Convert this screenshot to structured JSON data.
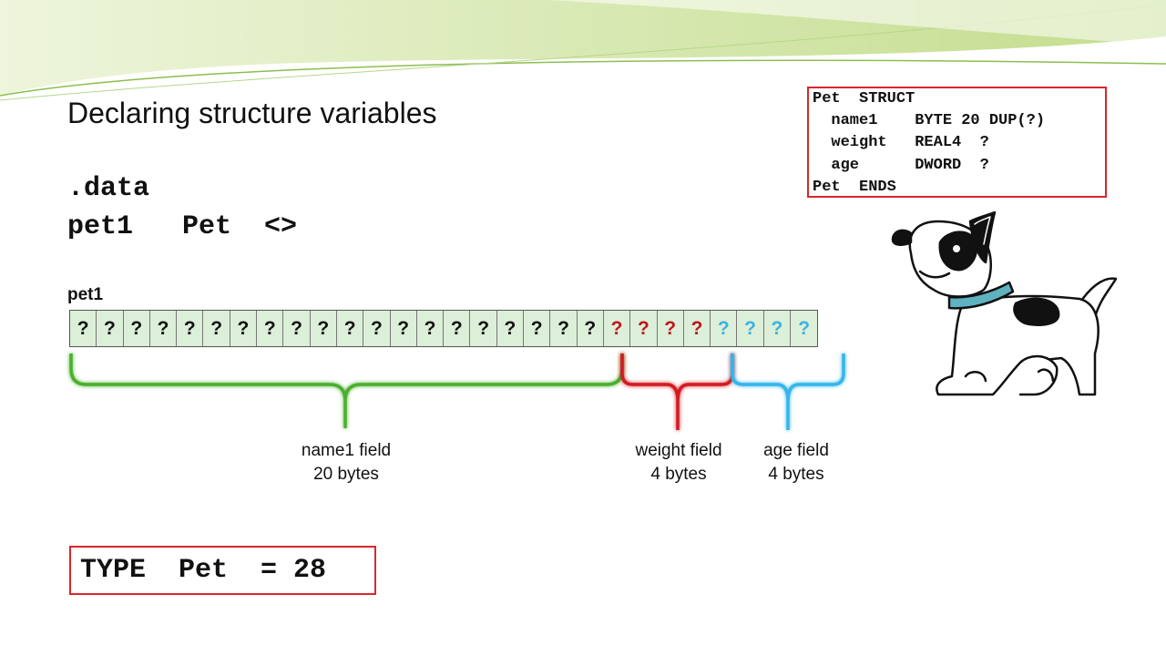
{
  "slide": {
    "title": "Declaring structure variables"
  },
  "code": {
    "line1": ".data",
    "line2": "pet1   Pet  <>"
  },
  "struct_definition": {
    "lines": [
      "Pet  STRUCT",
      "  name1    BYTE 20 DUP(?)",
      "  weight   REAL4  ?",
      "  age      DWORD  ?",
      "Pet  ENDS"
    ]
  },
  "memory": {
    "label": "pet1",
    "cells": [
      {
        "text": "?",
        "field": "name"
      },
      {
        "text": "?",
        "field": "name"
      },
      {
        "text": "?",
        "field": "name"
      },
      {
        "text": "?",
        "field": "name"
      },
      {
        "text": "?",
        "field": "name"
      },
      {
        "text": "?",
        "field": "name"
      },
      {
        "text": "?",
        "field": "name"
      },
      {
        "text": "?",
        "field": "name"
      },
      {
        "text": "?",
        "field": "name"
      },
      {
        "text": "?",
        "field": "name"
      },
      {
        "text": "?",
        "field": "name"
      },
      {
        "text": "?",
        "field": "name"
      },
      {
        "text": "?",
        "field": "name"
      },
      {
        "text": "?",
        "field": "name"
      },
      {
        "text": "?",
        "field": "name"
      },
      {
        "text": "?",
        "field": "name"
      },
      {
        "text": "?",
        "field": "name"
      },
      {
        "text": "?",
        "field": "name"
      },
      {
        "text": "?",
        "field": "name"
      },
      {
        "text": "?",
        "field": "name"
      },
      {
        "text": "?",
        "field": "weight"
      },
      {
        "text": "?",
        "field": "weight"
      },
      {
        "text": "?",
        "field": "weight"
      },
      {
        "text": "?",
        "field": "weight"
      },
      {
        "text": "?",
        "field": "age"
      },
      {
        "text": "?",
        "field": "age"
      },
      {
        "text": "?",
        "field": "age"
      },
      {
        "text": "?",
        "field": "age"
      }
    ]
  },
  "fields": {
    "name1": {
      "title": "name1 field",
      "size": "20 bytes",
      "color": "#4caf2f"
    },
    "weight": {
      "title": "weight field",
      "size": "4 bytes",
      "color": "#d11f24"
    },
    "age": {
      "title": "age field",
      "size": "4 bytes",
      "color": "#35b6ea"
    }
  },
  "type_result": "TYPE  Pet  = 28",
  "colors": {
    "cell_fill": "#dcefd8",
    "box_border": "#d9262b",
    "swoosh_light": "#e4f0c8",
    "swoosh_dark": "#a8cc6a",
    "dog_collar": "#5fb3c0"
  }
}
